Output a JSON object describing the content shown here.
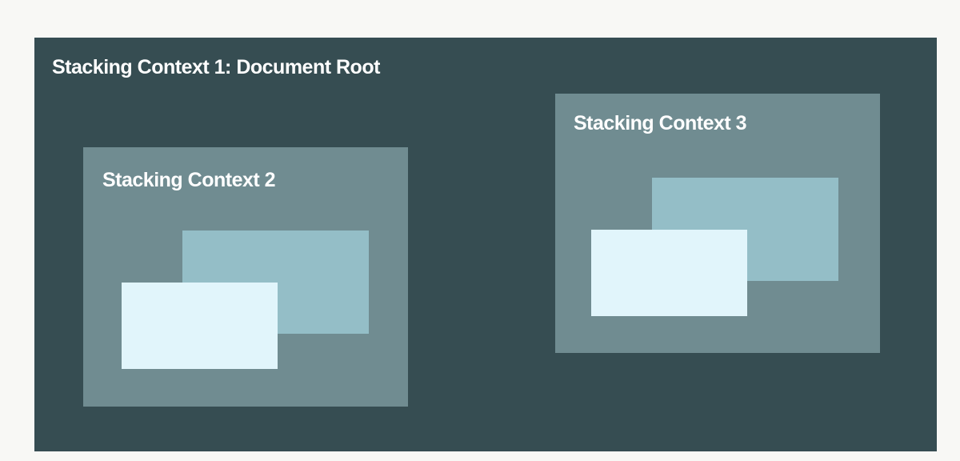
{
  "colors": {
    "page_background": "#f8f8f5",
    "root_context": "#364d52",
    "nested_context": "#708c91",
    "back_element": "#94bec7",
    "front_element": "#e1f5fb",
    "label_text": "#ffffff"
  },
  "contexts": [
    {
      "label": "Stacking Context 1:  Document Root"
    },
    {
      "label": "Stacking Context 2"
    },
    {
      "label": "Stacking Context 3"
    }
  ]
}
